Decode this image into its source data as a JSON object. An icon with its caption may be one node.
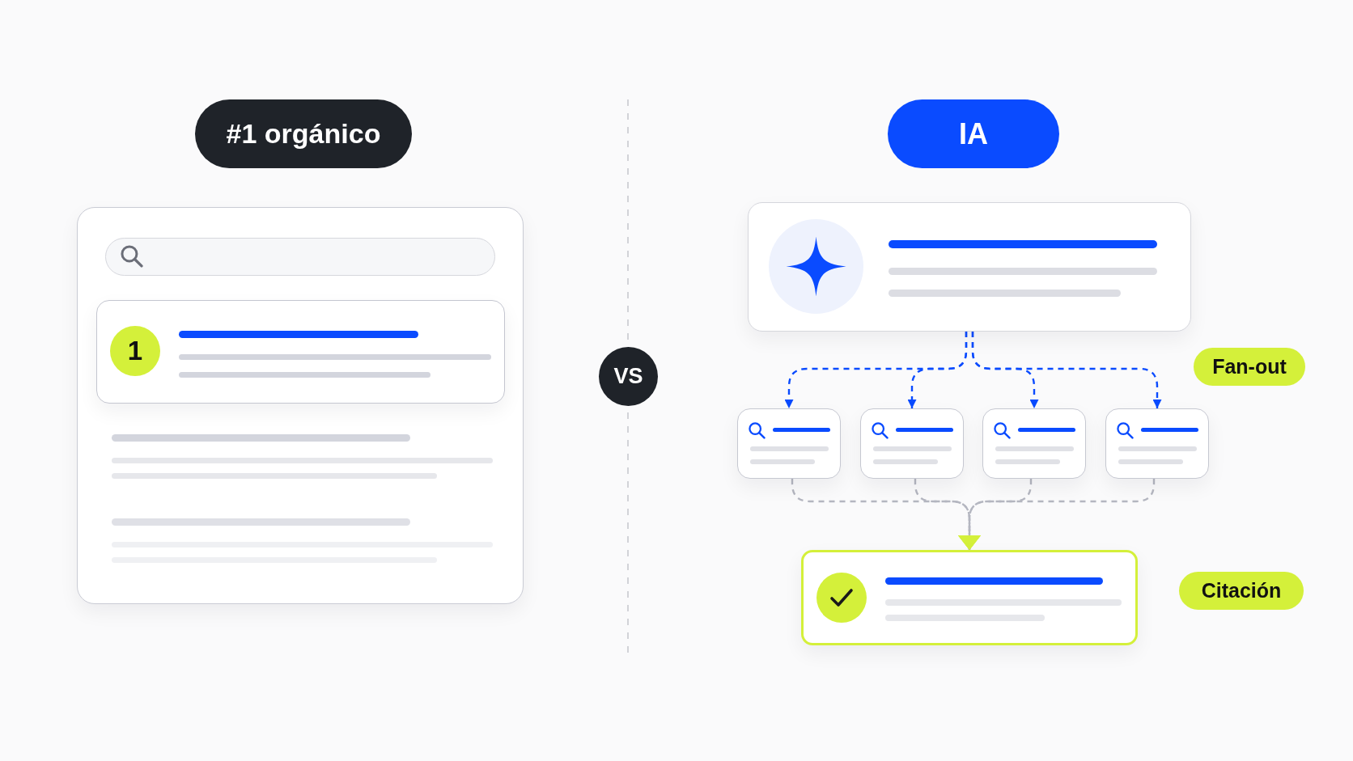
{
  "diagram": {
    "nodes": [
      {
        "text": [
          "#1 orgánico"
        ]
      },
      {
        "text": [],
        "shape": "box"
      },
      {
        "text": [],
        "shape": "box",
        "in": 1
      },
      {
        "text": [
          "1"
        ],
        "in": 2
      },
      {
        "text": [
          "VS"
        ]
      },
      {
        "text": [
          "IA"
        ]
      },
      {
        "text": [],
        "shape": "box"
      },
      {
        "text": [],
        "shape": "box"
      },
      {
        "text": [],
        "shape": "box"
      },
      {
        "text": [],
        "shape": "box"
      },
      {
        "text": [],
        "shape": "box"
      },
      {
        "text": [
          "Fan-out"
        ]
      },
      {
        "text": [],
        "shape": "box"
      },
      {
        "text": [
          "Citación"
        ]
      }
    ],
    "edges": [
      {
        "from": 6,
        "to": 7,
        "arrow": "to",
        "style": "dashed",
        "color": "#0a4bff"
      },
      {
        "from": 6,
        "to": 8,
        "arrow": "to",
        "style": "dashed",
        "color": "#0a4bff"
      },
      {
        "from": 6,
        "to": 9,
        "arrow": "to",
        "style": "dashed",
        "color": "#0a4bff"
      },
      {
        "from": 6,
        "to": 10,
        "arrow": "to",
        "style": "dashed",
        "color": "#0a4bff"
      },
      {
        "from": 7,
        "to": 12,
        "arrow": "to",
        "style": "dashed",
        "color": "#b4b6c0"
      },
      {
        "from": 8,
        "to": 12,
        "arrow": "to",
        "style": "dashed",
        "color": "#b4b6c0"
      },
      {
        "from": 9,
        "to": 12,
        "arrow": "to",
        "style": "dashed",
        "color": "#b4b6c0"
      },
      {
        "from": 10,
        "to": 12,
        "arrow": "to",
        "style": "dashed",
        "color": "#b4b6c0"
      }
    ]
  }
}
